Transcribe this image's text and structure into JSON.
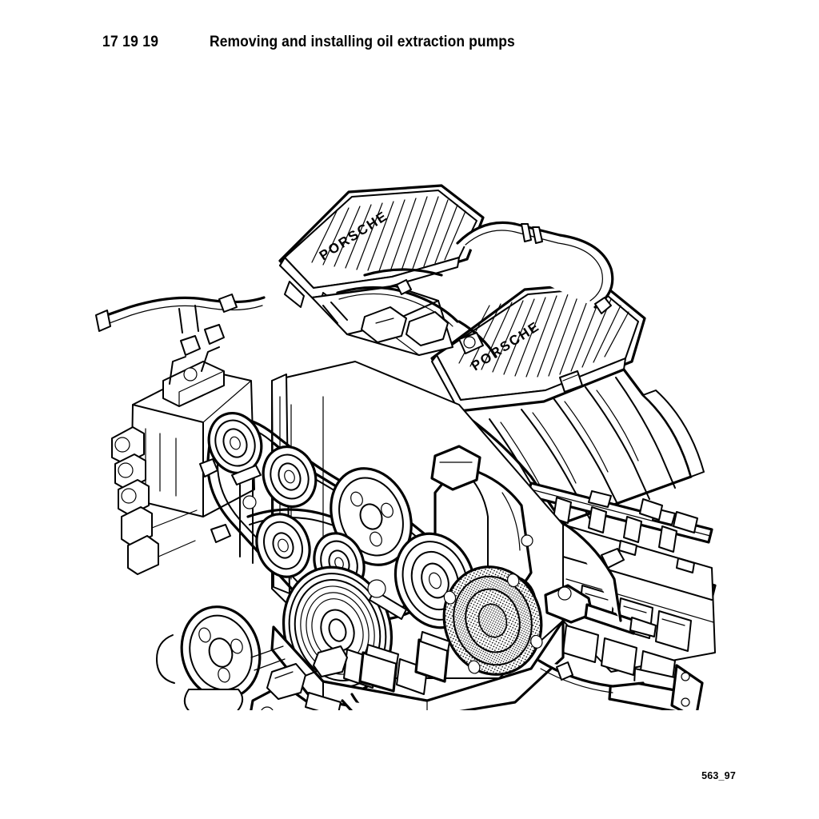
{
  "document": {
    "kind": "workshop-manual-page",
    "background_color": "#ffffff",
    "ink_color": "#000000"
  },
  "header": {
    "code": "17 19 19",
    "title": "Removing and installing oil extraction pumps"
  },
  "figure": {
    "reference": "563_97",
    "caption_visible": false,
    "subject": "V8 engine assembly, three-quarter isometric line drawing",
    "style": "black-and-white technical line art",
    "branding": {
      "left_cam_cover_text": "PORSCHE",
      "right_cam_cover_text": "PORSCHE"
    },
    "components": [
      {
        "name": "left-cam-cover",
        "label": "PORSCHE"
      },
      {
        "name": "right-cam-cover",
        "label": "PORSCHE"
      },
      {
        "name": "intake-manifold-runners",
        "label": ""
      },
      {
        "name": "serpentine-belt",
        "label": ""
      },
      {
        "name": "crankshaft-damper-pulley",
        "label": ""
      },
      {
        "name": "power-steering-pump-pulley",
        "label": ""
      },
      {
        "name": "alternator-pulley",
        "label": ""
      },
      {
        "name": "idler-pulley-upper",
        "label": ""
      },
      {
        "name": "idler-pulley-lower",
        "label": ""
      },
      {
        "name": "tensioner-pulley",
        "label": ""
      },
      {
        "name": "air-conditioning-compressor-pulley",
        "label": ""
      },
      {
        "name": "oil-extraction-pump",
        "label": ""
      },
      {
        "name": "ignition-coils",
        "label": ""
      },
      {
        "name": "fuel-rail",
        "label": ""
      },
      {
        "name": "exhaust-manifold-flange",
        "label": ""
      },
      {
        "name": "coolant-hoses",
        "label": ""
      },
      {
        "name": "oil-pan",
        "label": ""
      }
    ]
  }
}
